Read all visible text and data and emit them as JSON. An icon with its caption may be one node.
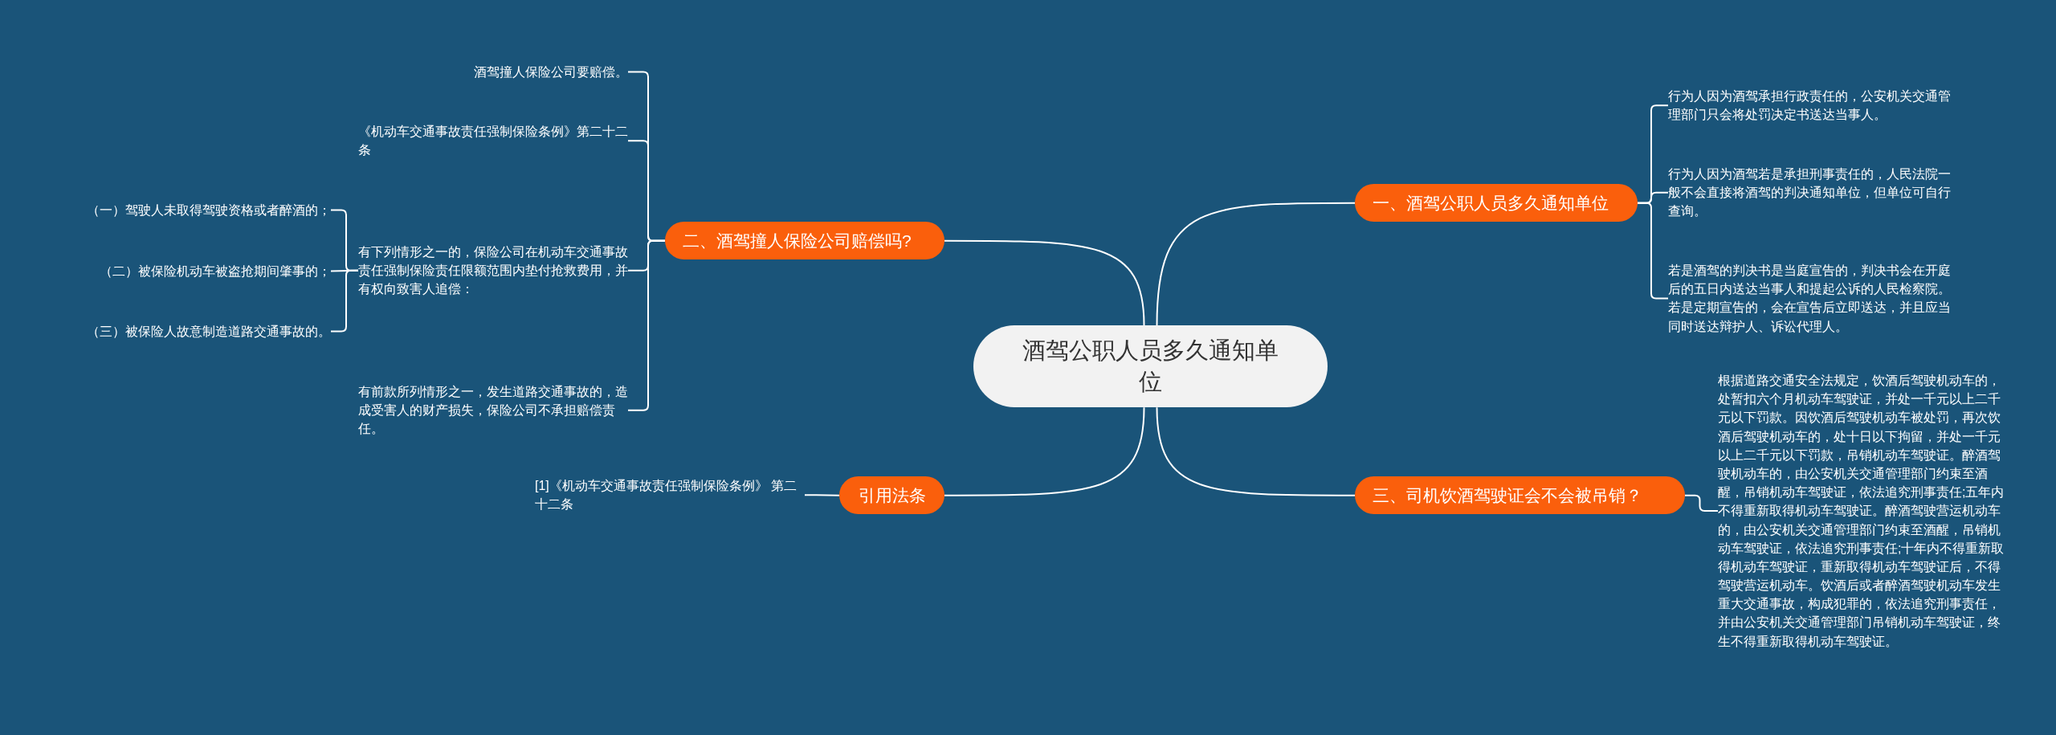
{
  "diagram": {
    "nodes": [
      {
        "text": [
          "酒驾公职人员多久通知单位"
        ]
      },
      {
        "text": [
          "一、酒驾公职人员多久通知单位"
        ]
      },
      {
        "text": [
          "行为人因为酒驾承担行政责任的，公安机关交通管理部门只会将处罚决定书送达当事人。"
        ]
      },
      {
        "text": [
          "行为人因为酒驾若是承担刑事责任的，人民法院一般不会直接将酒驾的判决通知单位，但单位可自行查询。"
        ]
      },
      {
        "text": [
          "若是酒驾的判决书是当庭宣告的，判决书会在开庭后的五日内送达当事人和提起公诉的人民检察院。若是定期宣告的，会在宣告后立即送达，并且应当同时送达辩护人、诉讼代理人。"
        ]
      },
      {
        "text": [
          "二、酒驾撞人保险公司赔偿吗?"
        ]
      },
      {
        "text": [
          "酒驾撞人保险公司要赔偿。"
        ]
      },
      {
        "text": [
          "《机动车交通事故责任强制保险条例》第二十二条"
        ]
      },
      {
        "text": [
          "有下列情形之一的，保险公司在机动车交通事故责任强制保险责任限额范围内垫付抢救费用，并有权向致害人追偿："
        ]
      },
      {
        "text": [
          "（一）驾驶人未取得驾驶资格或者醉酒的；"
        ]
      },
      {
        "text": [
          "（二）被保险机动车被盗抢期间肇事的；"
        ]
      },
      {
        "text": [
          "（三）被保险人故意制造道路交通事故的。"
        ]
      },
      {
        "text": [
          "有前款所列情形之一，发生道路交通事故的，造成受害人的财产损失，保险公司不承担赔偿责任。"
        ]
      },
      {
        "text": [
          "三、司机饮酒驾驶证会不会被吊销？"
        ]
      },
      {
        "text": [
          "根据道路交通安全法规定，饮酒后驾驶机动车的，处暂扣六个月机动车驾驶证，并处一千元以上二千元以下罚款。因饮酒后驾驶机动车被处罚，再次饮酒后驾驶机动车的，处十日以下拘留，并处一千元以上二千元以下罚款，吊销机动车驾驶证。醉酒驾驶机动车的，由公安机关交通管理部门约束至酒醒，吊销机动车驾驶证，依法追究刑事责任;五年内不得重新取得机动车驾驶证。醉酒驾驶营运机动车的，由公安机关交通管理部门约束至酒醒，吊销机动车驾驶证，依法追究刑事责任;十年内不得重新取得机动车驾驶证，重新取得机动车驾驶证后，不得驾驶营运机动车。饮酒后或者醉酒驾驶机动车发生重大交通事故，构成犯罪的，依法追究刑事责任，并由公安机关交通管理部门吊销机动车驾驶证，终生不得重新取得机动车驾驶证。"
        ]
      },
      {
        "text": [
          "引用法条"
        ]
      },
      {
        "text": [
          "[1]《机动车交通事故责任强制保险条例》 第二十二条"
        ]
      }
    ],
    "edges": [
      {
        "from": 0,
        "to": 1,
        "arrow": "none"
      },
      {
        "from": 1,
        "to": 2,
        "arrow": "none"
      },
      {
        "from": 1,
        "to": 3,
        "arrow": "none"
      },
      {
        "from": 1,
        "to": 4,
        "arrow": "none"
      },
      {
        "from": 0,
        "to": 5,
        "arrow": "none"
      },
      {
        "from": 5,
        "to": 6,
        "arrow": "none"
      },
      {
        "from": 5,
        "to": 7,
        "arrow": "none"
      },
      {
        "from": 5,
        "to": 8,
        "arrow": "none"
      },
      {
        "from": 8,
        "to": 9,
        "arrow": "none"
      },
      {
        "from": 8,
        "to": 10,
        "arrow": "none"
      },
      {
        "from": 8,
        "to": 11,
        "arrow": "none"
      },
      {
        "from": 5,
        "to": 12,
        "arrow": "none"
      },
      {
        "from": 0,
        "to": 13,
        "arrow": "none"
      },
      {
        "from": 13,
        "to": 14,
        "arrow": "none"
      },
      {
        "from": 0,
        "to": 15,
        "arrow": "none"
      },
      {
        "from": 15,
        "to": 16,
        "arrow": "none"
      }
    ]
  }
}
